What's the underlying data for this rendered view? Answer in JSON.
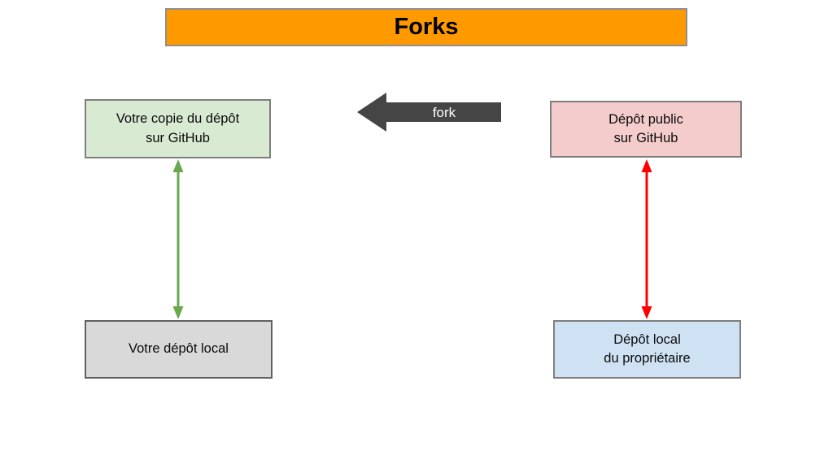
{
  "page": {
    "background": "#ffffff"
  },
  "banner": {
    "label": "Forks",
    "fill": "#ff9900",
    "border_color": "#8f8f8f",
    "text_color": "#000000"
  },
  "nodes": [
    {
      "name": "fork-copy-github",
      "lines": [
        "Votre copie du dépôt",
        "sur GitHub"
      ],
      "fill": "#d9ead3"
    },
    {
      "name": "public-repo-github",
      "lines": [
        "Dépôt public",
        "sur GitHub"
      ],
      "fill": "#f4cccc"
    },
    {
      "name": "your-local-repo",
      "lines": [
        "Votre dépôt local"
      ],
      "fill": "#d9d9d9"
    },
    {
      "name": "owner-local-repo",
      "lines": [
        "Dépôt local",
        "du propriétaire"
      ],
      "fill": "#cfe2f3"
    }
  ],
  "edges": {
    "fork": {
      "label": "fork",
      "type": "block-arrow-left",
      "color": "#454545",
      "label_color": "#ffffff",
      "from": "public-repo-github",
      "to": "fork-copy-github"
    },
    "left_sync": {
      "type": "double-arrow-vertical",
      "color": "#6aa84f",
      "from": "fork-copy-github",
      "to": "your-local-repo"
    },
    "right_sync": {
      "type": "double-arrow-vertical",
      "color": "#ff0000",
      "from": "public-repo-github",
      "to": "owner-local-repo"
    }
  }
}
